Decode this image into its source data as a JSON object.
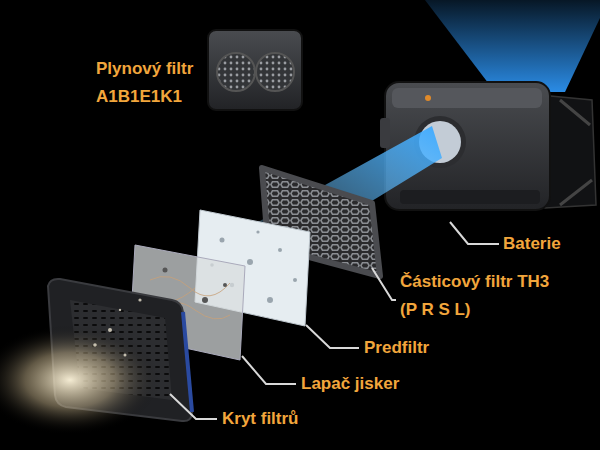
{
  "diagram": {
    "labels": [
      "Plynový filtr A1B1E1K1",
      "Baterie",
      "Částicový filtr TH3 (P R S L)",
      "Predfiltr",
      "Lapač jisker",
      "Kryt filtrů"
    ]
  }
}
